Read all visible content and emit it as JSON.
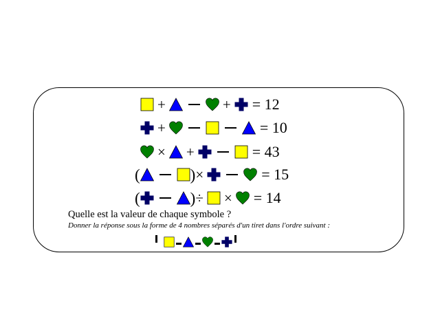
{
  "puzzle": {
    "equations": [
      {
        "result": "= 12"
      },
      {
        "result": "= 10"
      },
      {
        "result": "= 43"
      },
      {
        "result": "= 15"
      },
      {
        "result": "= 14"
      }
    ],
    "operators": {
      "plus": "+",
      "times": "×",
      "divide": "÷",
      "open_paren": "(",
      "close_paren": ")"
    },
    "question": "Quelle est la valeur de chaque symbole ?",
    "instruction": "Donner la réponse sous la forme de 4 nombres séparés d'un tiret dans l'ordre suivant :",
    "answer_order": [
      "square-icon",
      "triangle-icon",
      "heart-icon",
      "cross-icon"
    ]
  },
  "colors": {
    "square": "#ffff00",
    "triangle": "#0000ff",
    "heart": "#008000",
    "cross": "#000066"
  }
}
